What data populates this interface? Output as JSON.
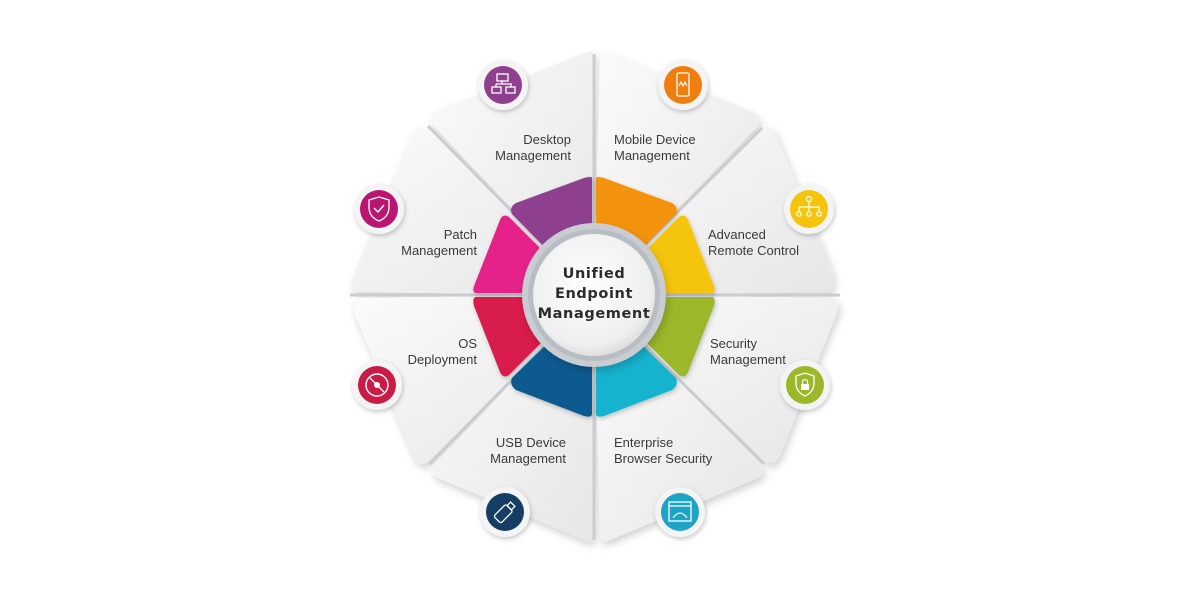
{
  "center": {
    "lines": [
      "Unified",
      "Endpoint",
      "Management"
    ]
  },
  "segments": [
    {
      "id": "desktop",
      "line1": "Desktop",
      "line2": "Management",
      "color": "#8e3f8f",
      "icon": "network-computers-icon"
    },
    {
      "id": "mobile",
      "line1": "Mobile Device",
      "line2": "Management",
      "color": "#f39311",
      "icon": "smartphone-icon"
    },
    {
      "id": "remote",
      "line1": "Advanced",
      "line2": "Remote Control",
      "color": "#f5c511",
      "icon": "hierarchy-icon"
    },
    {
      "id": "security",
      "line1": "Security",
      "line2": "Management",
      "color": "#9bb82a",
      "icon": "shield-lock-icon"
    },
    {
      "id": "browser",
      "line1": "Enterprise",
      "line2": "Browser Security",
      "color": "#14b3cf",
      "icon": "browser-gear-icon"
    },
    {
      "id": "usb",
      "line1": "USB Device",
      "line2": "Management",
      "color": "#0b5a91",
      "icon": "usb-drive-icon"
    },
    {
      "id": "os",
      "line1": "OS",
      "line2": "Deployment",
      "color": "#d81b4c",
      "icon": "disc-icon"
    },
    {
      "id": "patch",
      "line1": "Patch",
      "line2": "Management",
      "color": "#e4208a",
      "icon": "shield-check-icon"
    }
  ]
}
